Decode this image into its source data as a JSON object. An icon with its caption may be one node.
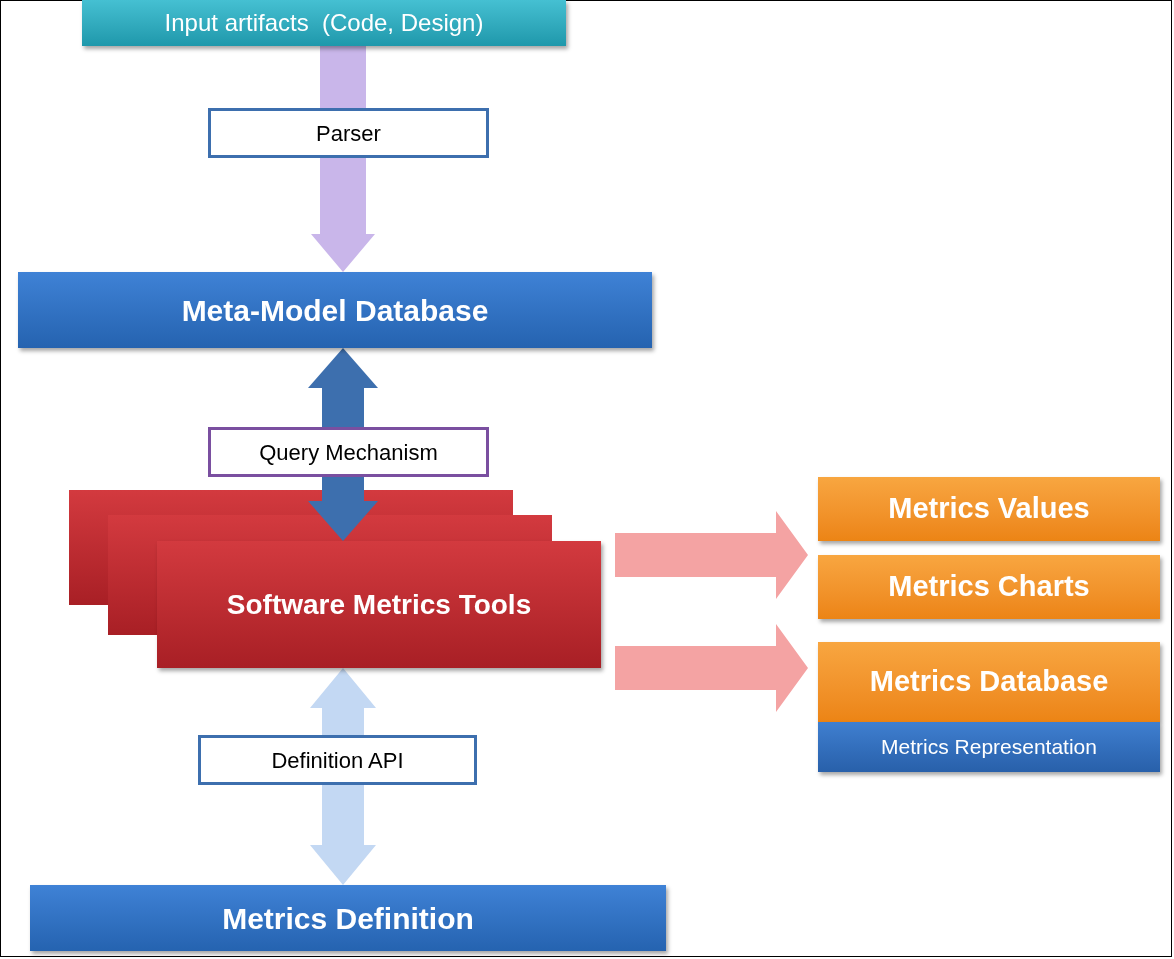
{
  "diagram": {
    "nodes": [
      {
        "text": [
          "Input artifacts  (Code, Design)"
        ]
      },
      {
        "text": [
          "Meta-Model Database"
        ]
      },
      {
        "text": [
          "Software Metrics Tools"
        ]
      },
      {
        "text": [
          "Metrics Values"
        ]
      },
      {
        "text": [
          "Metrics Charts"
        ]
      },
      {
        "text": [
          "Metrics Database"
        ]
      },
      {
        "text": [
          "Metrics Representation"
        ]
      },
      {
        "text": [
          "Metrics Definition"
        ]
      }
    ],
    "edges": [
      {
        "from": 0,
        "to": 1,
        "arrow": "to",
        "label": "Parser",
        "style": "thick",
        "color": "#c9b6ea"
      },
      {
        "from": 1,
        "to": 2,
        "arrow": "both",
        "label": "Query Mechanism",
        "style": "thick",
        "color": "#3d6fae"
      },
      {
        "from": 2,
        "to": 3,
        "arrow": "to",
        "style": "thick",
        "color": "#f4a3a3"
      },
      {
        "from": 2,
        "to": 4,
        "arrow": "to",
        "style": "thick",
        "color": "#f4a3a3"
      },
      {
        "from": 2,
        "to": 5,
        "arrow": "to",
        "style": "thick",
        "color": "#f4a3a3"
      },
      {
        "from": 7,
        "to": 2,
        "arrow": "both",
        "label": "Definition API",
        "style": "thick",
        "color": "#c3d8f3"
      }
    ]
  }
}
